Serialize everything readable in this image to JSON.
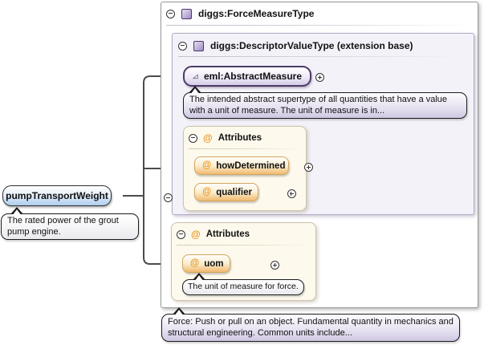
{
  "icons": {
    "attribute": "@"
  },
  "colors": {
    "accent_purple": "#9c89c6",
    "accent_orange": "#f1ba6e",
    "accent_blue": "#accdee",
    "at_symbol": "#e8961e",
    "connector": "#4c4c4c",
    "lavender_panel": "#f4f2f9",
    "cream_panel": "#fdf9ec"
  },
  "root": {
    "label": "pumpTransportWeight",
    "annotation": "The rated power of the grout pump engine."
  },
  "force_type": {
    "label": "diggs:ForceMeasureType",
    "annotation": "Force: Push or pull on an object. Fundamental quantity in mechanics and structural engineering. Common units include..."
  },
  "descriptor_type": {
    "label": "diggs:DescriptorValueType (extension base)"
  },
  "abstract_measure": {
    "label": "eml:AbstractMeasure",
    "annotation": "The intended abstract supertype of all quantities that have a value with a unit of measure. The unit of measure is in..."
  },
  "descriptor_attributes": {
    "label": "Attributes",
    "items": [
      {
        "label": "howDetermined"
      },
      {
        "label": "qualifier"
      }
    ]
  },
  "force_attributes": {
    "label": "Attributes",
    "items": [
      {
        "label": "uom",
        "annotation": "The unit of measure for force."
      }
    ]
  }
}
